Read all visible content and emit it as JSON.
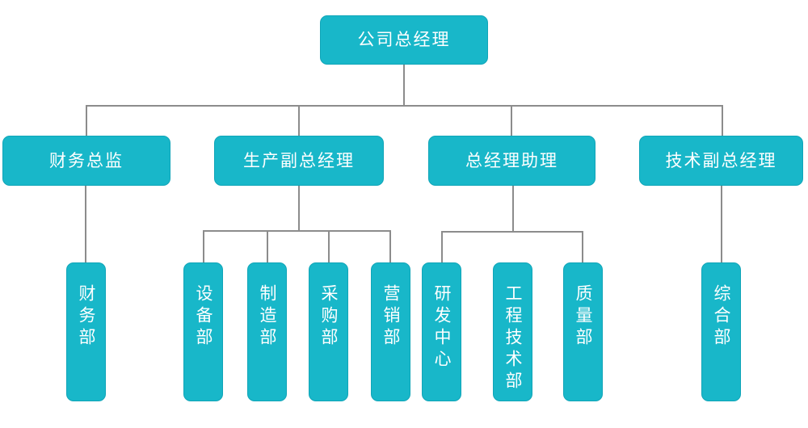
{
  "diagram_type": "org-chart",
  "colors": {
    "node_fill": "#18b7c9",
    "node_border": "#10a5b8",
    "node_text": "#ffffff",
    "connector": "#8c8c8c",
    "background": "#ffffff"
  },
  "nodes": {
    "root": {
      "label": "公司总经理"
    },
    "level2": [
      {
        "id": "finance-director",
        "label": "财务总监"
      },
      {
        "id": "production-vp",
        "label": "生产副总经理"
      },
      {
        "id": "gm-assistant",
        "label": "总经理助理"
      },
      {
        "id": "technology-vp",
        "label": "技术副总经理"
      }
    ],
    "level3": [
      {
        "id": "finance-dept",
        "label": "财务部",
        "parent": "财务总监"
      },
      {
        "id": "equipment-dept",
        "label": "设备部",
        "parent": "生产副总经理"
      },
      {
        "id": "manufacturing-dept",
        "label": "制造部",
        "parent": "生产副总经理"
      },
      {
        "id": "purchasing-dept",
        "label": "采购部",
        "parent": "生产副总经理"
      },
      {
        "id": "marketing-dept",
        "label": "营销部",
        "parent": "生产副总经理"
      },
      {
        "id": "rd-center",
        "label": "研发中心",
        "parent": "总经理助理"
      },
      {
        "id": "engineering-tech-dept",
        "label": "工程技术部",
        "parent": "总经理助理"
      },
      {
        "id": "quality-dept",
        "label": "质量部",
        "parent": "总经理助理"
      },
      {
        "id": "general-affairs-dept",
        "label": "综合部",
        "parent": "技术副总经理"
      }
    ]
  }
}
